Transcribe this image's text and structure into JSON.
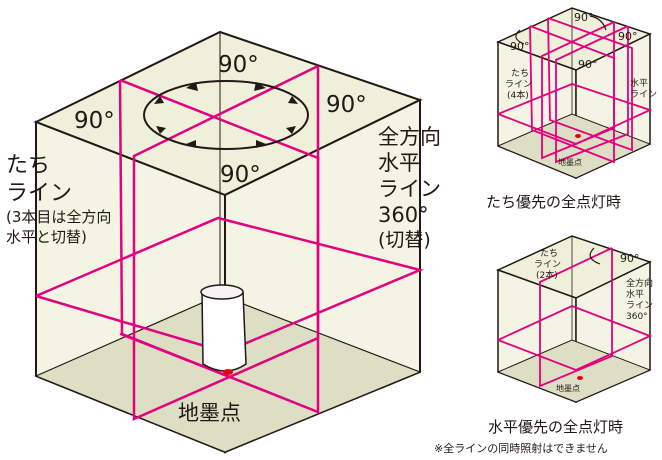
{
  "main": {
    "angle_top": "90°",
    "angle_left": "90°",
    "angle_right": "90°",
    "angle_bottom": "90°",
    "vertical_label_1": "たち",
    "vertical_label_2": "ライン",
    "vertical_note_1": "(3本目は全方向",
    "vertical_note_2": "水平と切替)",
    "horizontal_label_1": "全方向",
    "horizontal_label_2": "水平",
    "horizontal_label_3": "ライン",
    "horizontal_label_4": "360°",
    "horizontal_label_5": "(切替)",
    "ground_point": "地墨点"
  },
  "panel_top": {
    "angle_1": "90°",
    "angle_2": "90°",
    "angle_3": "90°",
    "angle_4": "90°",
    "vertical_1": "たち",
    "vertical_2": "ライン",
    "vertical_3": "(4本)",
    "horizontal_1": "水平",
    "horizontal_2": "ライン",
    "ground_point": "地墨点",
    "caption": "たち優先の全点灯時"
  },
  "panel_bottom": {
    "angle_1": "90°",
    "vertical_1": "たち",
    "vertical_2": "ライン",
    "vertical_3": "(2本)",
    "horizontal_1": "全方向",
    "horizontal_2": "水平",
    "horizontal_3": "ライン",
    "horizontal_4": "360°",
    "ground_point": "地墨点",
    "caption": "水平優先の全点灯時"
  },
  "footnote": "※全ラインの同時照射はできません",
  "colors": {
    "laser": "#e4007f",
    "box_fill": "#eef0d9",
    "floor_fill": "#dcdfc4",
    "stroke": "#231815",
    "marker": "#e60012"
  }
}
